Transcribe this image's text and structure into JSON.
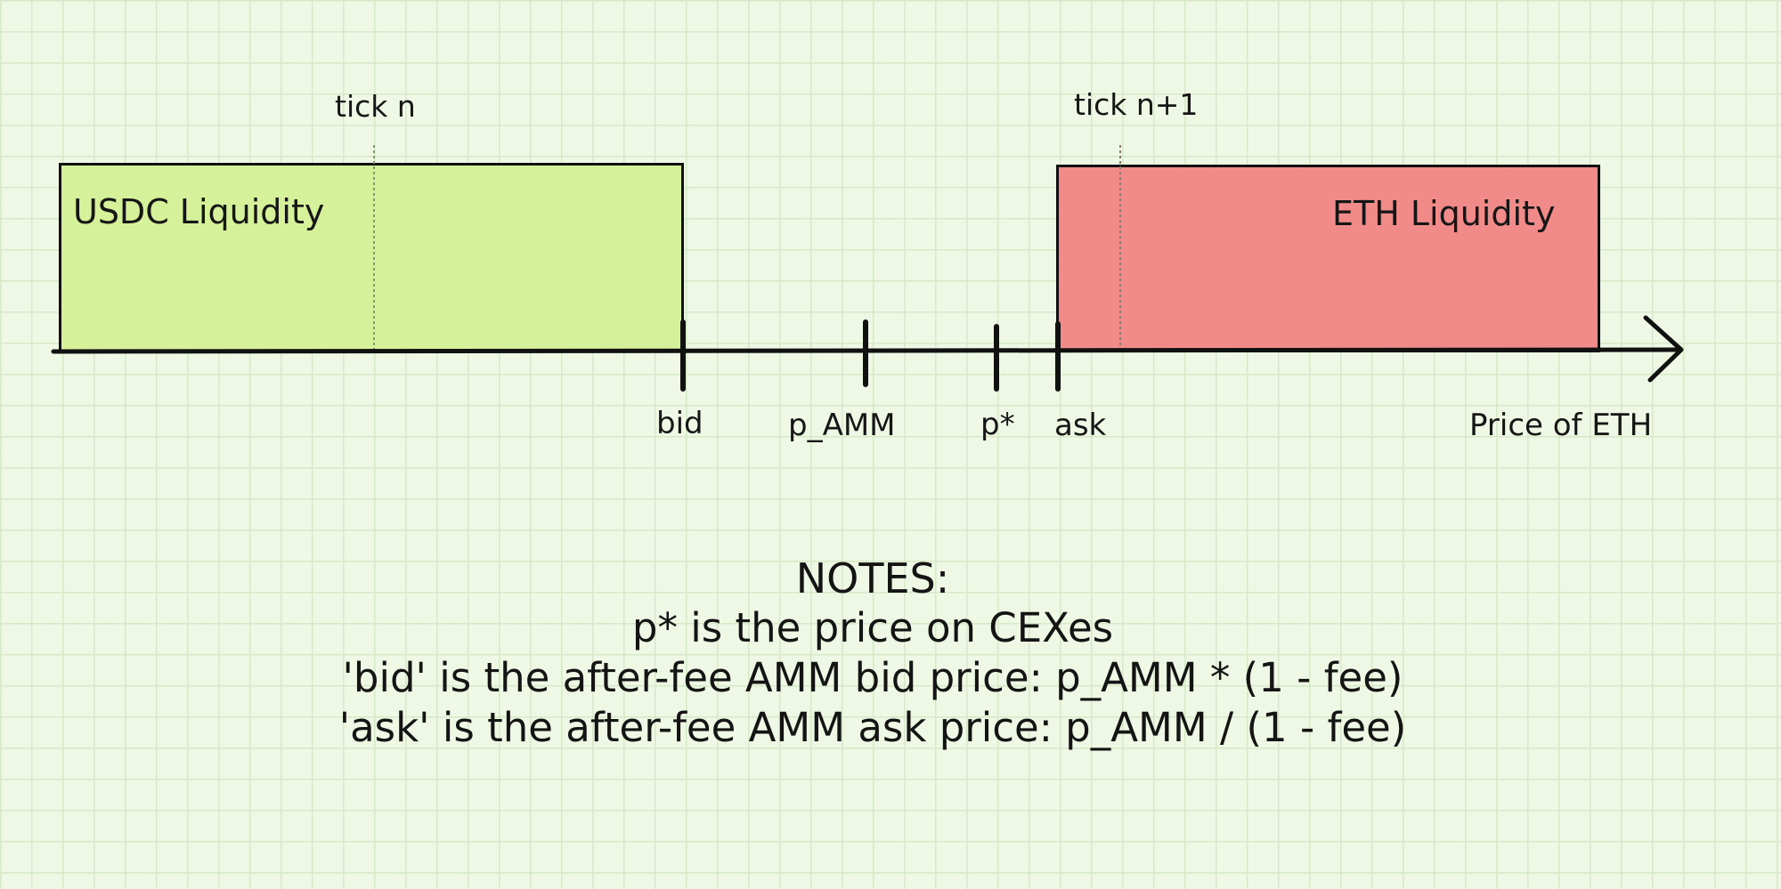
{
  "regions": {
    "usdc": {
      "label": "USDC Liquidity",
      "color": "#d5f19a"
    },
    "eth": {
      "label": "ETH Liquidity",
      "color": "#f08b8a"
    }
  },
  "ticks": {
    "tick_n": "tick n",
    "tick_n1": "tick n+1"
  },
  "axis": {
    "title": "Price of ETH",
    "markers": {
      "bid": "bid",
      "p_amm": "p_AMM",
      "p_star": "p*",
      "ask": "ask"
    }
  },
  "notes": {
    "title": "NOTES:",
    "lines": [
      "p* is the price on CEXes",
      "'bid' is the after-fee AMM bid price: p_AMM * (1 - fee)",
      "'ask' is the after-fee AMM ask price: p_AMM / (1 - fee)"
    ]
  },
  "colors": {
    "background": "#eef8e4",
    "grid": "#d6eac7",
    "ink": "#111111"
  }
}
